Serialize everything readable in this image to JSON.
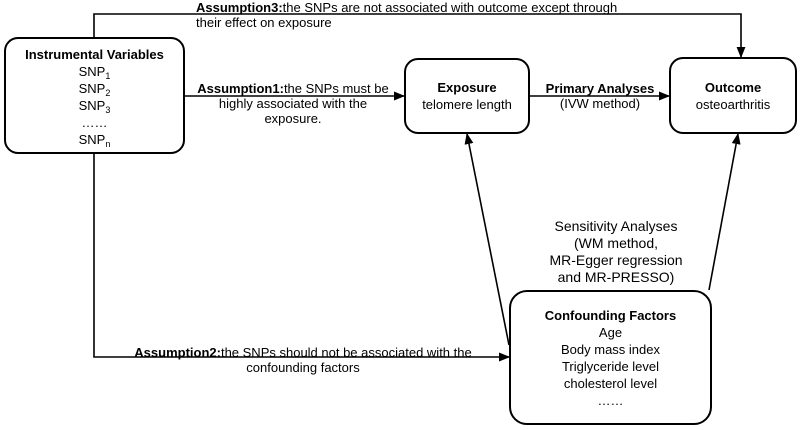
{
  "nodes": {
    "instrumental": {
      "title": "Instrumental Variables",
      "snps": [
        {
          "base": "SNP",
          "sub": "1"
        },
        {
          "base": "SNP",
          "sub": "2"
        },
        {
          "base": "SNP",
          "sub": "3"
        },
        {
          "base": "……",
          "sub": ""
        },
        {
          "base": "SNP",
          "sub": "n"
        }
      ]
    },
    "exposure": {
      "title": "Exposure",
      "subtitle": "telomere length"
    },
    "outcome": {
      "title": "Outcome",
      "subtitle": "osteoarthritis"
    },
    "confounding": {
      "title": "Confounding Factors",
      "items": [
        "Age",
        "Body mass index",
        "Triglyceride level",
        "cholesterol level",
        "……"
      ]
    }
  },
  "edges": {
    "assumption1": {
      "head": "Assumption1:",
      "line1": "the SNPs must be",
      "line2": "highly associated with the",
      "line3": "exposure."
    },
    "assumption2": {
      "head": "Assumption2:",
      "line1": "the SNPs should not be associated with the",
      "line2": "confounding factors"
    },
    "assumption3": {
      "head": "Assumption3:",
      "line1": "the SNPs are not associated with outcome except through",
      "line2": "their effect on exposure"
    },
    "primary": {
      "title": "Primary Analyses",
      "subtitle": "(IVW method)"
    },
    "sensitivity": {
      "line1": "Sensitivity Analyses",
      "line2": "(WM method,",
      "line3": "MR-Egger regression",
      "line4": "and MR-PRESSO)"
    }
  }
}
